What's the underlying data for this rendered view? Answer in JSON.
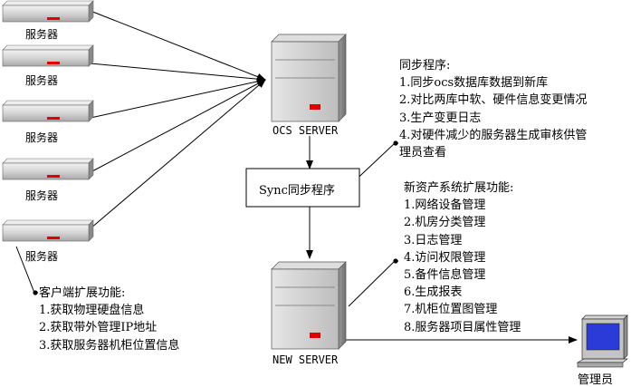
{
  "servers": [
    {
      "label": "服务器"
    },
    {
      "label": "服务器"
    },
    {
      "label": "服务器"
    },
    {
      "label": "服务器"
    },
    {
      "label": "服务器"
    }
  ],
  "ocs_server": {
    "label": "OCS SERVER"
  },
  "new_server": {
    "label": "NEW SERVER"
  },
  "sync_box": {
    "label": "Sync同步程序"
  },
  "admin": {
    "label": "管理员"
  },
  "sync_notes": {
    "title": "同步程序:",
    "items": [
      "1.同步ocs数据库数据到新库",
      "2.对比两库中软、硬件信息变更情况",
      "3.生产变更日志",
      "4.对硬件减少的服务器生成审核供管",
      "理员查看"
    ]
  },
  "new_system_notes": {
    "title": "新资产系统扩展功能:",
    "items": [
      "1.网络设备管理",
      "2.机房分类管理",
      "3.日志管理",
      "4.访问权限管理",
      "5.备件信息管理",
      "6.生成报表",
      "7.机柜位置图管理",
      "8.服务器项目属性管理"
    ]
  },
  "client_notes": {
    "title": "客户端扩展功能:",
    "items": [
      "1.获取物理硬盘信息",
      "2.获取带外管理IP地址",
      "3.获取服务器机柜位置信息"
    ]
  },
  "colors": {
    "rack_body": "#d8d8d8",
    "tower_body": "#c8c8c8",
    "indicator": "#e00000",
    "monitor_screen": "#2a3bd8"
  }
}
